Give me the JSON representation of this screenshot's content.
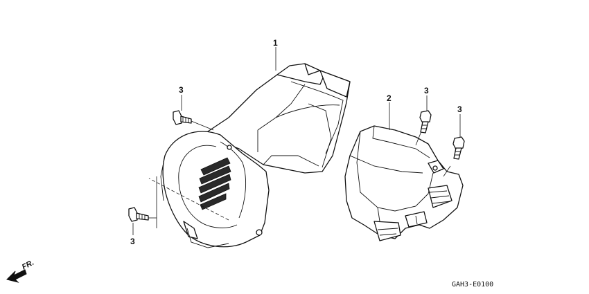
{
  "callouts": {
    "part_1": "1",
    "part_2": "2",
    "bolt_upper_left": "3",
    "bolt_lower_left": "3",
    "bolt_upper_middle": "3",
    "bolt_upper_right": "3"
  },
  "direction_label": "FR.",
  "diagram_code": "GAH3-E0100",
  "icons": {
    "direction_arrow": "front-arrow-icon"
  }
}
